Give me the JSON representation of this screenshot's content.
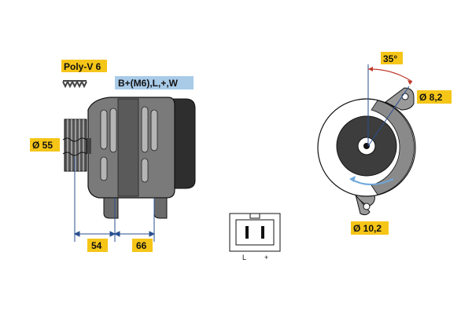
{
  "labels": {
    "belt": "Poly-V 6",
    "terminals": "B+(M6),L,+,W",
    "pulley_diameter": "Ø 55",
    "dim_a": "54",
    "dim_b": "66",
    "angle": "35°",
    "hole_small": "Ø 8,2",
    "hole_large": "Ø 10,2",
    "pin_l": "L",
    "pin_plus": "+"
  },
  "colors": {
    "tag": "#f5c518",
    "terminal_tag": "#a9cbe8",
    "dimension_line": "#2a4f8f",
    "angle_arc": "#c0392b",
    "body_dark": "#3a3a3a",
    "body_mid": "#6b6b6b",
    "body_light": "#9a9a9a",
    "rotation_arrow": "#6fa8dc"
  },
  "icons": {
    "belt_profile": "poly-v-belt-profile-icon",
    "rotation": "rotation-arrow-icon",
    "connector": "plug-connector-icon"
  }
}
